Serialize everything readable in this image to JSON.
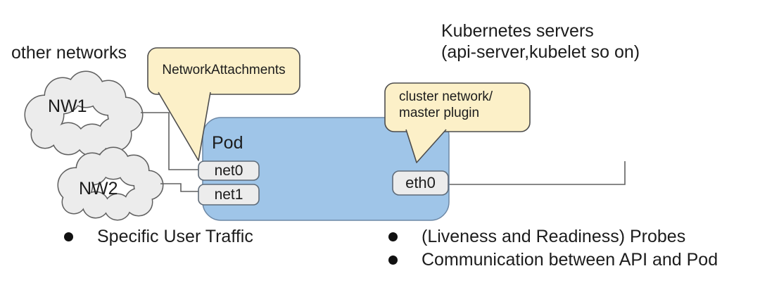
{
  "labels": {
    "other_networks": "other networks",
    "kubernetes_servers_line1": "Kubernetes servers",
    "kubernetes_servers_line2": "(api-server,kubelet so on)",
    "pod": "Pod",
    "nw1": "NW1",
    "nw2": "NW2",
    "net0": "net0",
    "net1": "net1",
    "eth0": "eth0"
  },
  "callouts": {
    "network_attachments": "NetworkAttachments",
    "cluster_network_line1": "cluster network/",
    "cluster_network_line2": "master plugin"
  },
  "bullets": {
    "left": [
      "Specific User Traffic"
    ],
    "right": [
      "(Liveness and Readiness) Probes",
      "Communication between API and Pod"
    ]
  },
  "colors": {
    "pod_fill": "#9fc5e8",
    "pod_stroke": "#6d88a5",
    "callout_fill": "#fcf0c8",
    "callout_stroke": "#4d4d4d",
    "node_fill": "#ececec",
    "node_stroke": "#5f6b78",
    "cloud_fill": "#ececec",
    "line": "#606060",
    "text": "#1c1c1c"
  }
}
